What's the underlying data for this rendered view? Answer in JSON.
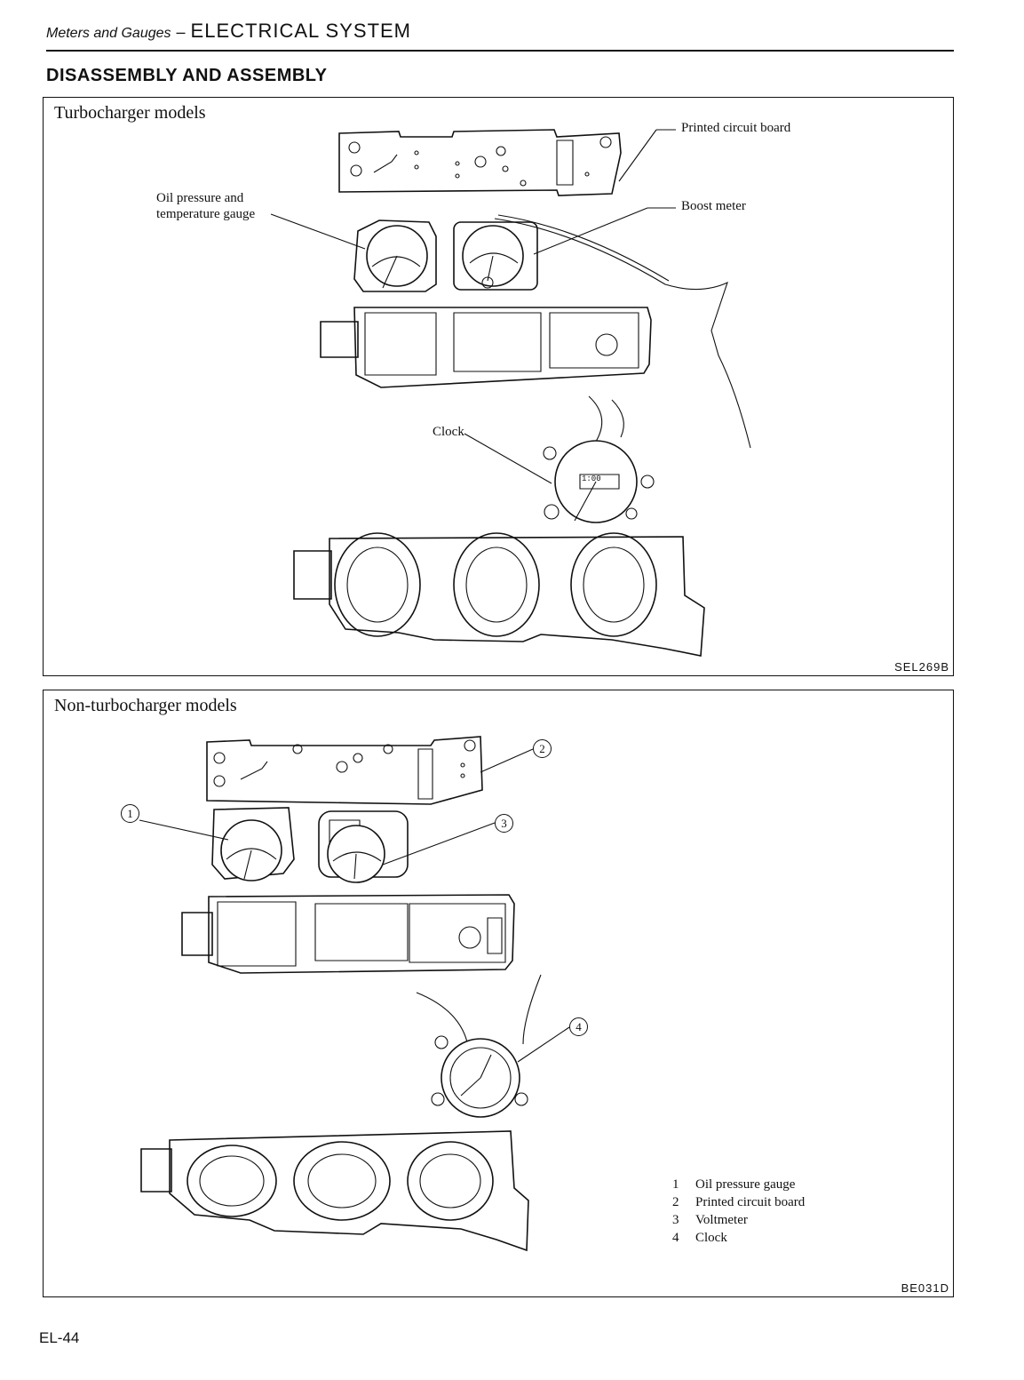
{
  "header": {
    "section": "Meters and Gauges",
    "separator": "–",
    "chapter": "ELECTRICAL SYSTEM"
  },
  "title": "DISASSEMBLY AND ASSEMBLY",
  "turbo": {
    "heading": "Turbocharger models",
    "labels": {
      "pcb": "Printed circuit board",
      "oil_line1": "Oil pressure and",
      "oil_line2": "temperature gauge",
      "boost": "Boost meter",
      "clock": "Clock"
    },
    "figure_code": "SEL269B"
  },
  "nonturbo": {
    "heading": "Non-turbocharger models",
    "callouts": [
      "1",
      "2",
      "3",
      "4"
    ],
    "legend": [
      {
        "num": "1",
        "text": "Oil pressure gauge"
      },
      {
        "num": "2",
        "text": "Printed circuit board"
      },
      {
        "num": "3",
        "text": "Voltmeter"
      },
      {
        "num": "4",
        "text": "Clock"
      }
    ],
    "figure_code": "BE031D"
  },
  "clock_face_text": "1:00",
  "page_number": "EL-44"
}
